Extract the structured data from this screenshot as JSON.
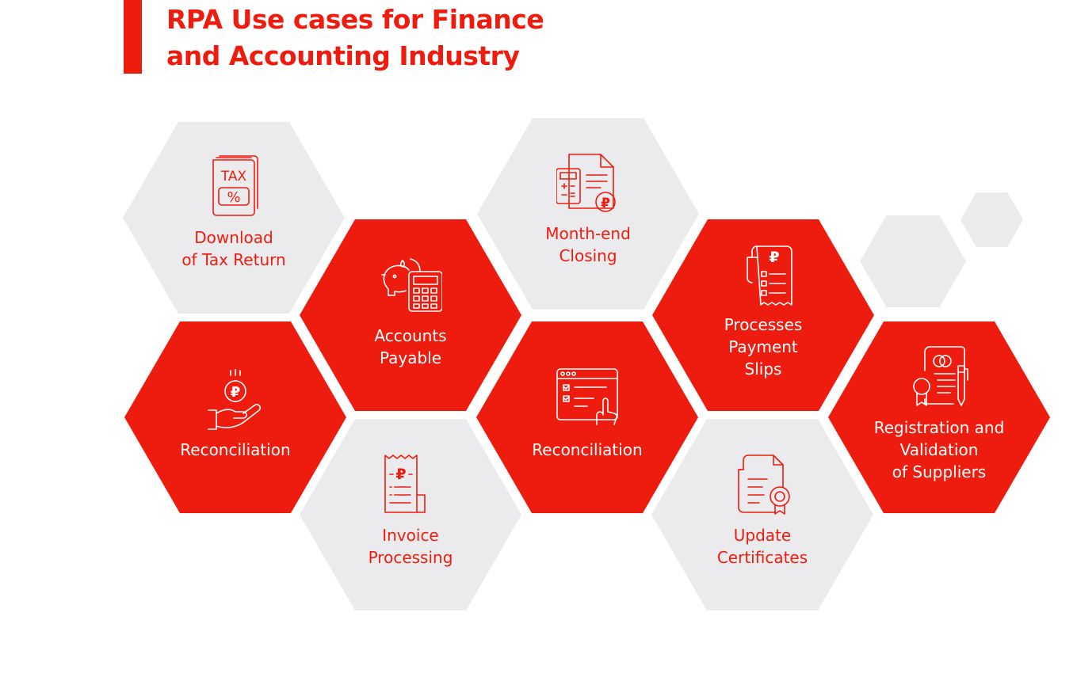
{
  "title": {
    "line1": "RPA Use cases for Finance",
    "line2": "and Accounting Industry"
  },
  "colors": {
    "accent": "#ee1c0e",
    "hex_light": "#ebebed"
  },
  "hexagons": [
    {
      "id": "download-tax-return",
      "style": "grey",
      "icon": "tax-book-icon",
      "icon_text": "TAX",
      "icon_symbol": "%",
      "lines": [
        "Download",
        "of Tax Return"
      ]
    },
    {
      "id": "accounts-payable",
      "style": "red",
      "icon": "piggy-bank-calculator-icon",
      "lines": [
        "Accounts",
        "Payable"
      ]
    },
    {
      "id": "month-end-closing",
      "style": "grey",
      "icon": "calculator-document-icon",
      "icon_symbol": "₽",
      "lines": [
        "Month-end",
        "Closing"
      ]
    },
    {
      "id": "processes-payment-slips",
      "style": "red",
      "icon": "payment-receipt-icon",
      "icon_symbol": "₽",
      "lines": [
        "Processes",
        "Payment",
        "Slips"
      ]
    },
    {
      "id": "reconciliation-coin",
      "style": "red",
      "icon": "coin-hand-icon",
      "icon_symbol": "₽",
      "lines": [
        "Reconciliation"
      ]
    },
    {
      "id": "invoice-processing",
      "style": "grey",
      "icon": "invoice-receipt-icon",
      "icon_symbol": "₽",
      "lines": [
        "Invoice",
        "Processing"
      ]
    },
    {
      "id": "reconciliation-checklist",
      "style": "red",
      "icon": "checklist-browser-icon",
      "lines": [
        "Reconciliation"
      ]
    },
    {
      "id": "update-certificates",
      "style": "grey",
      "icon": "certificate-document-icon",
      "lines": [
        "Update",
        "Certificates"
      ]
    },
    {
      "id": "registration-validation-suppliers",
      "style": "red",
      "icon": "contract-pen-icon",
      "lines": [
        "Registration and",
        "Validation",
        "of Suppliers"
      ]
    }
  ]
}
